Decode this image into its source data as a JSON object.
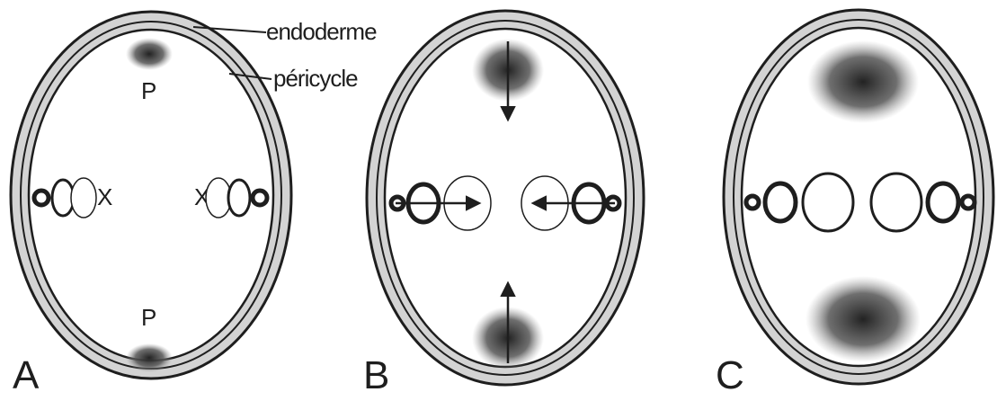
{
  "labels": {
    "endoderm": "endoderme",
    "pericycle": "péricycle"
  },
  "panels": [
    {
      "letter": "A",
      "phloem_labels": [
        "P",
        "P"
      ],
      "xylem_labels": [
        "X",
        "X"
      ]
    },
    {
      "letter": "B"
    },
    {
      "letter": "C"
    }
  ],
  "colors": {
    "ink": "#1e1e1e",
    "ring_fill": "#d3d3d3",
    "phloem": "#2e2e2e",
    "background": "#ffffff"
  }
}
